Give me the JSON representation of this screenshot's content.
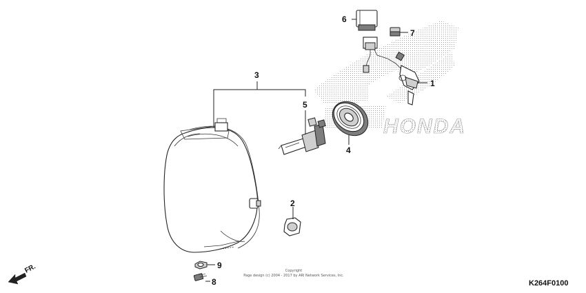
{
  "callouts": {
    "c1": "1",
    "c2": "2",
    "c3": "3",
    "c4": "4",
    "c5": "5",
    "c6": "6",
    "c7": "7",
    "c8": "8",
    "c9": "9"
  },
  "copyright": {
    "line1": "Copyright",
    "line2": "Page design (c) 2004 - 2017 by ARI Network Services, Inc."
  },
  "watermark": {
    "text": "HONDA"
  },
  "direction_label": "FR.",
  "diagram_code": "K264F0100"
}
